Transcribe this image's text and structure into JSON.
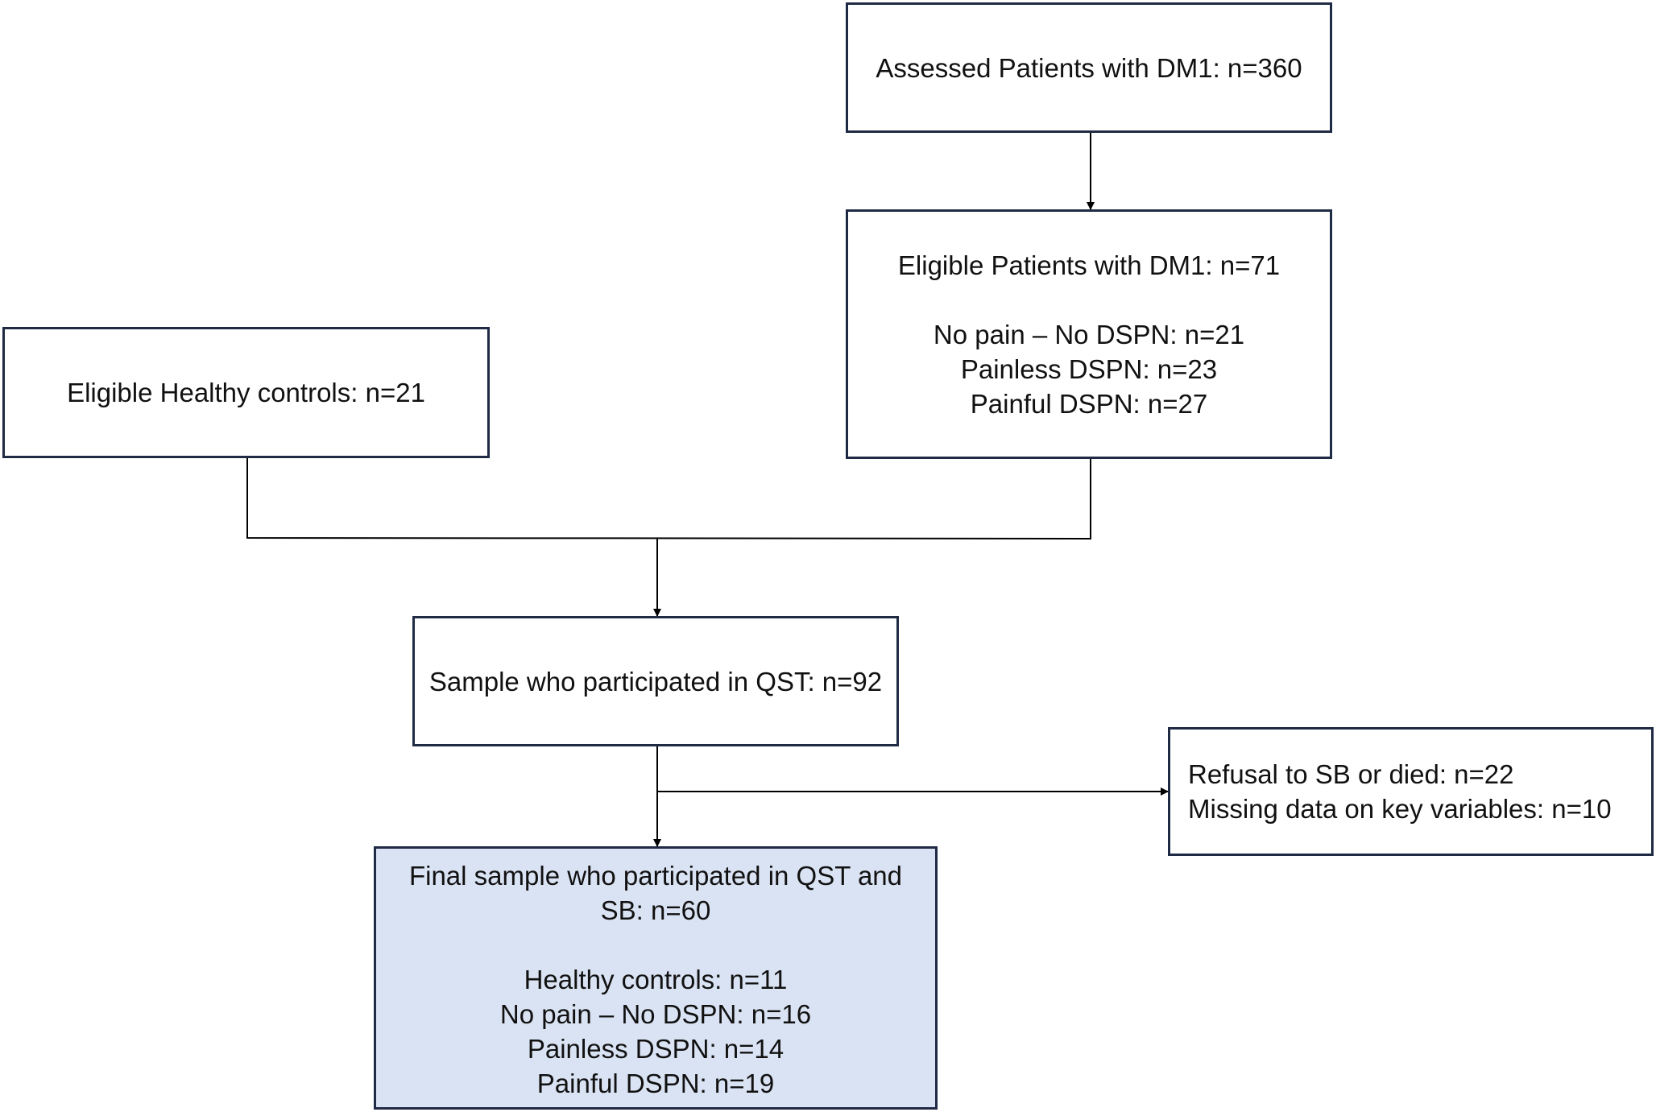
{
  "boxes": {
    "assessed": {
      "text": "Assessed Patients with DM1: n=360"
    },
    "eligible_patients": {
      "title": "Eligible Patients with DM1: n=71",
      "items": [
        "No pain – No DSPN: n=21",
        "Painless DSPN: n=23",
        "Painful DSPN: n=27"
      ]
    },
    "healthy_controls": {
      "text": "Eligible Healthy controls: n=21"
    },
    "qst_sample": {
      "text": "Sample who participated in QST: n=92"
    },
    "excluded": {
      "lines": [
        "Refusal to SB or died: n=22",
        "Missing data on key variables: n=10"
      ]
    },
    "final_sample": {
      "title_lines": [
        "Final sample who participated in QST and",
        "SB: n=60"
      ],
      "items": [
        "Healthy controls: n=11",
        "No pain – No DSPN: n=16",
        "Painless DSPN: n=14",
        "Painful DSPN: n=19"
      ]
    }
  },
  "colors": {
    "border": "#1f2a44",
    "final_fill": "#dae3f3",
    "connector": "#000000"
  }
}
